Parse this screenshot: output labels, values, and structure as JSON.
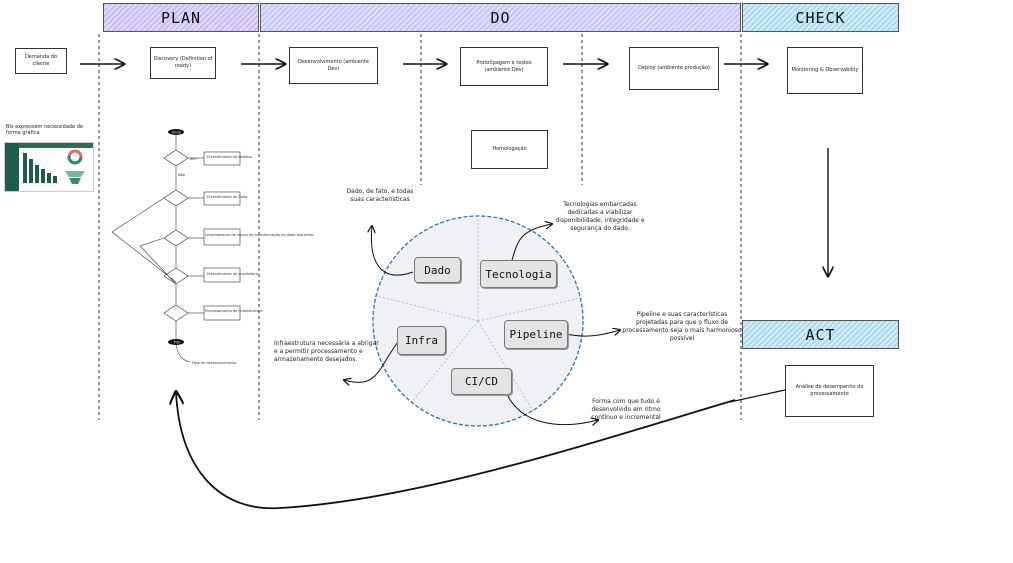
{
  "headers": {
    "plan": "PLAN",
    "do": "DO",
    "check": "CHECK",
    "act": "ACT"
  },
  "boxes": {
    "demanda": "Demanda do cliente",
    "discovery": "Discovery (Definition of ready)",
    "desenvolvimento": "Desenvolvimento (ambiente Dev)",
    "prototipagem": "Prototipagem e testes (ambiente Dev)",
    "deploy": "Deploy (ambiente produção)",
    "monitoring": "Monitoring & Observability",
    "homologacao": "Homologação",
    "analise": "Análise de desempenho do processamento"
  },
  "notes": {
    "bi": "BIs expressam necessidade de forma gráfica",
    "dado": "Dado, de fato, e todas suas características",
    "tecnologia": "Tecnologias embarcadas dedicadas a viabilizar disponibilidade, integridade e segurança do dado.",
    "pipeline": "Pipeline e suas características projetadas para que o fluxo de processamento seja o mais harmonioso possível",
    "infra": "Infraestrutura necessária a abrigar e a permitir processamento e armazenamento desejados.",
    "cicd": "Forma com que tudo é desenvolvido em ritmo contínuo e incremental"
  },
  "segments": {
    "dado": "Dado",
    "tecnologia": "Tecnologia",
    "pipeline": "Pipeline",
    "infra": "Infra",
    "cicd": "CI/CD"
  },
  "flowchart": {
    "start": "Início",
    "end": "Fim",
    "steps": [
      "Entendimento do objetivo",
      "Entendimento do Dado",
      "Levantamento de regras de transformação do dado requerido",
      "Entendimento da arquitetura",
      "Processamento da infraestrutura"
    ],
    "yes": "Sim",
    "no": "Não",
    "after": "Fase de desenvolvimento"
  },
  "colors": {
    "plan": "#c9bdf2",
    "do": "#c5c6f5",
    "check": "#a9d9ee",
    "circle_fill": "#f0f1f4",
    "circle_stroke": "#3a6fa8"
  }
}
